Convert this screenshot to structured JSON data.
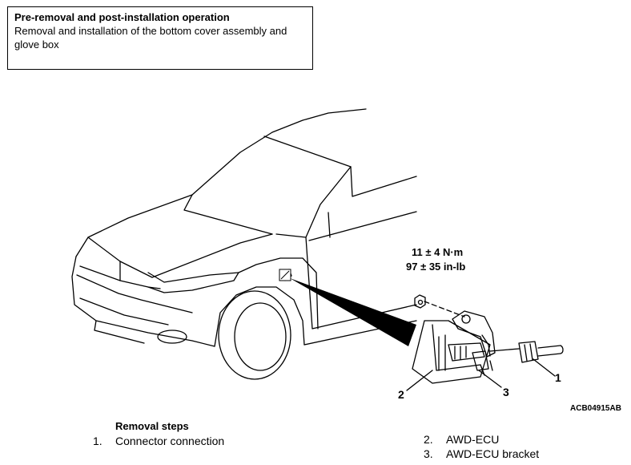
{
  "note": {
    "title": "Pre-removal and post-installation operation",
    "line1": "Removal and installation of the bottom cover assembly and",
    "line2": "glove box"
  },
  "figure": {
    "torque_nm": "11 ± 4 N·m",
    "torque_inlb": "97 ± 35 in-lb",
    "callout_1": "1",
    "callout_2": "2",
    "callout_3": "3",
    "figure_code": "ACB04915AB"
  },
  "steps": {
    "heading": "Removal steps",
    "items": [
      {
        "num": "1.",
        "label": "Connector connection"
      },
      {
        "num": "2.",
        "label": "AWD-ECU"
      },
      {
        "num": "3.",
        "label": "AWD-ECU bracket"
      }
    ]
  }
}
